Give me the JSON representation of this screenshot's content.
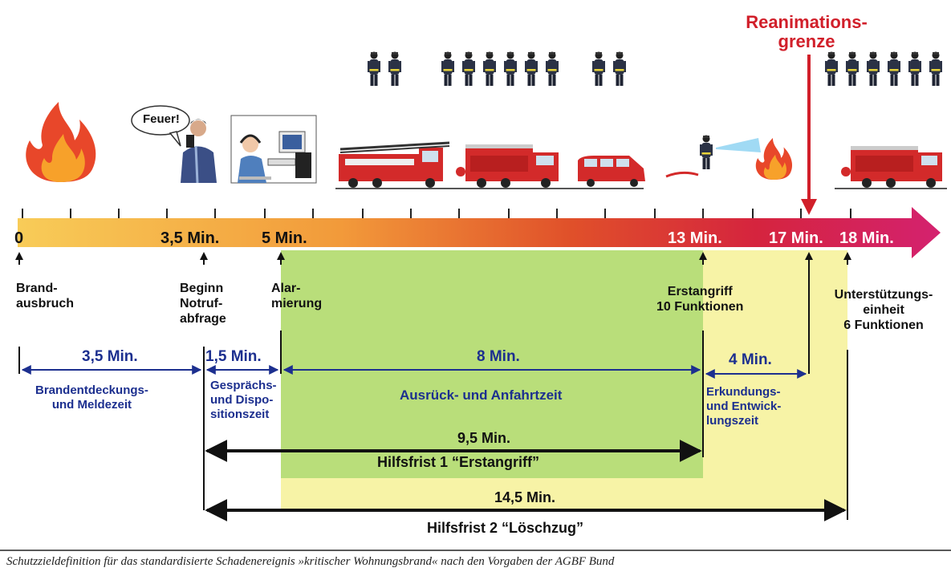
{
  "timeline": {
    "ticks": [
      {
        "label": "0",
        "color": "#111111"
      },
      {
        "label": "3,5 Min.",
        "color": "#111111"
      },
      {
        "label": "5 Min.",
        "color": "#111111"
      },
      {
        "label": "13 Min.",
        "color": "#ffffff"
      },
      {
        "label": "17 Min.",
        "color": "#ffffff"
      },
      {
        "label": "18 Min.",
        "color": "#ffffff"
      }
    ]
  },
  "events": {
    "brand": [
      "Brand-",
      "ausbruch"
    ],
    "notruf": [
      "Beginn",
      "Notruf-",
      "abfrage"
    ],
    "alarm": [
      "Alar-",
      "mierung"
    ],
    "erstangriff": [
      "Erstangriff",
      "10 Funktionen"
    ],
    "unterstuetzung": [
      "Unterstützungs-",
      "einheit",
      "6 Funktionen"
    ]
  },
  "durations": {
    "d1": {
      "value": "3,5 Min.",
      "label": [
        "Brandentdeckungs-",
        "und Meldezeit"
      ]
    },
    "d2": {
      "value": "1,5 Min.",
      "label": [
        "Gesprächs-",
        "und Dispo-",
        "sitionszeit"
      ]
    },
    "d3": {
      "value": "8 Min.",
      "label": [
        "Ausrück- und Anfahrtzeit"
      ]
    },
    "d4": {
      "value": "4 Min.",
      "label": [
        "Erkundungs-",
        "und Entwick-",
        "lungszeit"
      ]
    }
  },
  "hilfsfrist1": {
    "value": "9,5 Min.",
    "label": "Hilfsfrist 1 “Erstangriff”"
  },
  "hilfsfrist2": {
    "value": "14,5 Min.",
    "label": "Hilfsfrist 2 “Löschzug”"
  },
  "reanimation": [
    "Reanimations-",
    "grenze"
  ],
  "speech": "Feuer!",
  "caption": "Schutzzieldefinition für das standardisierte Schadenereignis »kritischer Wohnungsbrand« nach den Vorgaben der AGBF Bund",
  "colors": {
    "accent_red": "#d11f2a",
    "label_blue": "#1c2f8f",
    "green_zone": "#b9de7a",
    "yellow_zone": "#f7f3a6"
  }
}
